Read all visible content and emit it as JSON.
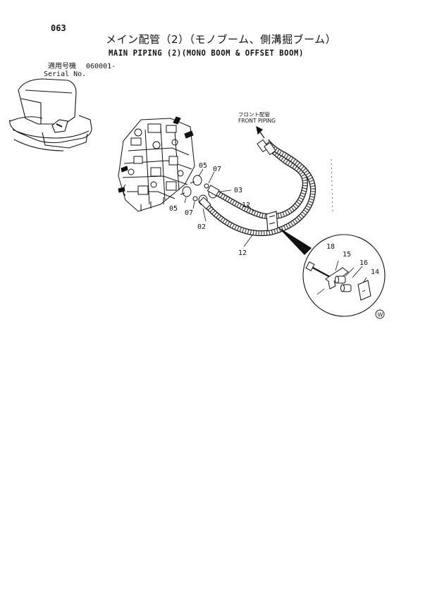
{
  "page_number": "063",
  "title_jp": "メイン配管（2）（モノブーム、側溝掘ブーム）",
  "title_en": "MAIN PIPING (2)(MONO BOOM & OFFSET BOOM)",
  "serial": {
    "label_jp": "適用号機",
    "value": "060001-",
    "label_en": "Serial No."
  },
  "callouts": {
    "front_piping_jp": "フロント配管",
    "front_piping_en": "FRONT PIPING",
    "parts": [
      "05",
      "07",
      "03",
      "05",
      "07",
      "02",
      "12",
      "12",
      "18",
      "15",
      "16",
      "14"
    ],
    "marker": "W"
  },
  "colors": {
    "ink": "#111111",
    "background": "#ffffff"
  },
  "icons": [
    "machine-thumbnail-icon",
    "control-valve-icon",
    "clamp-detail-icon",
    "direction-arrow-icon"
  ]
}
